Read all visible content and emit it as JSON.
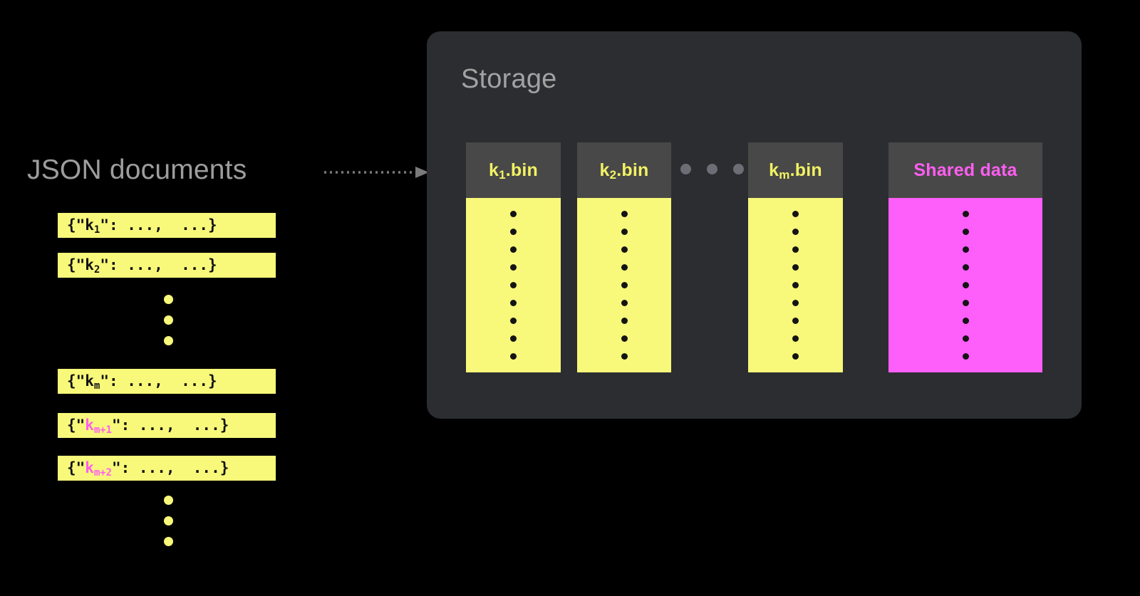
{
  "colors": {
    "background": "#000000",
    "panel": "#2b2d31",
    "bin_header": "#484848",
    "yellow": "#f8f87a",
    "magenta": "#fe5efa",
    "label_gray": "#9d9d9d",
    "dot_gray": "#6d6d75",
    "dark_text": "#111111"
  },
  "left": {
    "title": "JSON documents",
    "documents": [
      {
        "prefix": "{\"",
        "key": "k",
        "sub": "1",
        "key_pink": false,
        "suffix": "\": ...,  ...}"
      },
      {
        "prefix": "{\"",
        "key": "k",
        "sub": "2",
        "key_pink": false,
        "suffix": "\": ...,  ...}"
      },
      {
        "prefix": "{\"",
        "key": "k",
        "sub": "m",
        "key_pink": false,
        "suffix": "\": ...,  ...}"
      },
      {
        "prefix": "{\"",
        "key": "k",
        "sub": "m+1",
        "key_pink": true,
        "suffix": "\": ...,  ...}"
      },
      {
        "prefix": "{\"",
        "key": "k",
        "sub": "m+2",
        "key_pink": true,
        "suffix": "\": ...,  ...}"
      }
    ],
    "ellipsis_dot_count": 3
  },
  "arrow": {
    "style": "dotted-line-with-arrowhead",
    "direction": "left-to-right",
    "color": "#7a7a7a"
  },
  "storage": {
    "title": "Storage",
    "columns": [
      {
        "label_main": "k",
        "label_sub": "1",
        "label_tail": ".bin",
        "color": "yellow",
        "dot_count": 9
      },
      {
        "label_main": "k",
        "label_sub": "2",
        "label_tail": ".bin",
        "color": "yellow",
        "dot_count": 9
      },
      {
        "label_main": "k",
        "label_sub": "m",
        "label_tail": ".bin",
        "color": "yellow",
        "dot_count": 9
      },
      {
        "label_main": "Shared data",
        "label_sub": "",
        "label_tail": "",
        "color": "magenta",
        "dot_count": 9
      }
    ],
    "ellipsis_dot_count": 3
  }
}
